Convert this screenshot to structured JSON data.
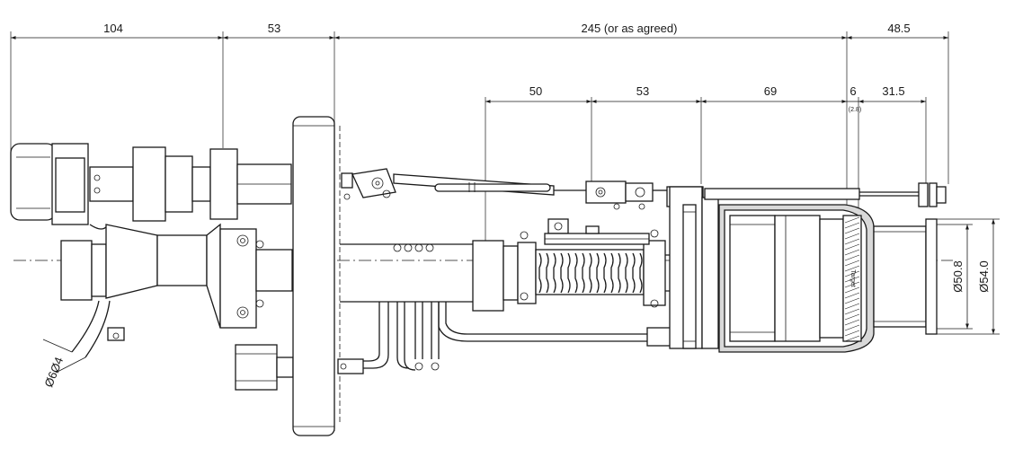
{
  "dimensions": {
    "top_row": [
      "104",
      "53",
      "245 (or as agreed)",
      "48.5"
    ],
    "second_row": [
      "50",
      "53",
      "69",
      "6",
      "31.5"
    ],
    "small_sub_label": "(2.8)",
    "diameters": [
      "Ø54.0",
      "Ø50.8"
    ],
    "tube_diameter": "Ø6Ø4"
  },
  "target_label": "Target"
}
